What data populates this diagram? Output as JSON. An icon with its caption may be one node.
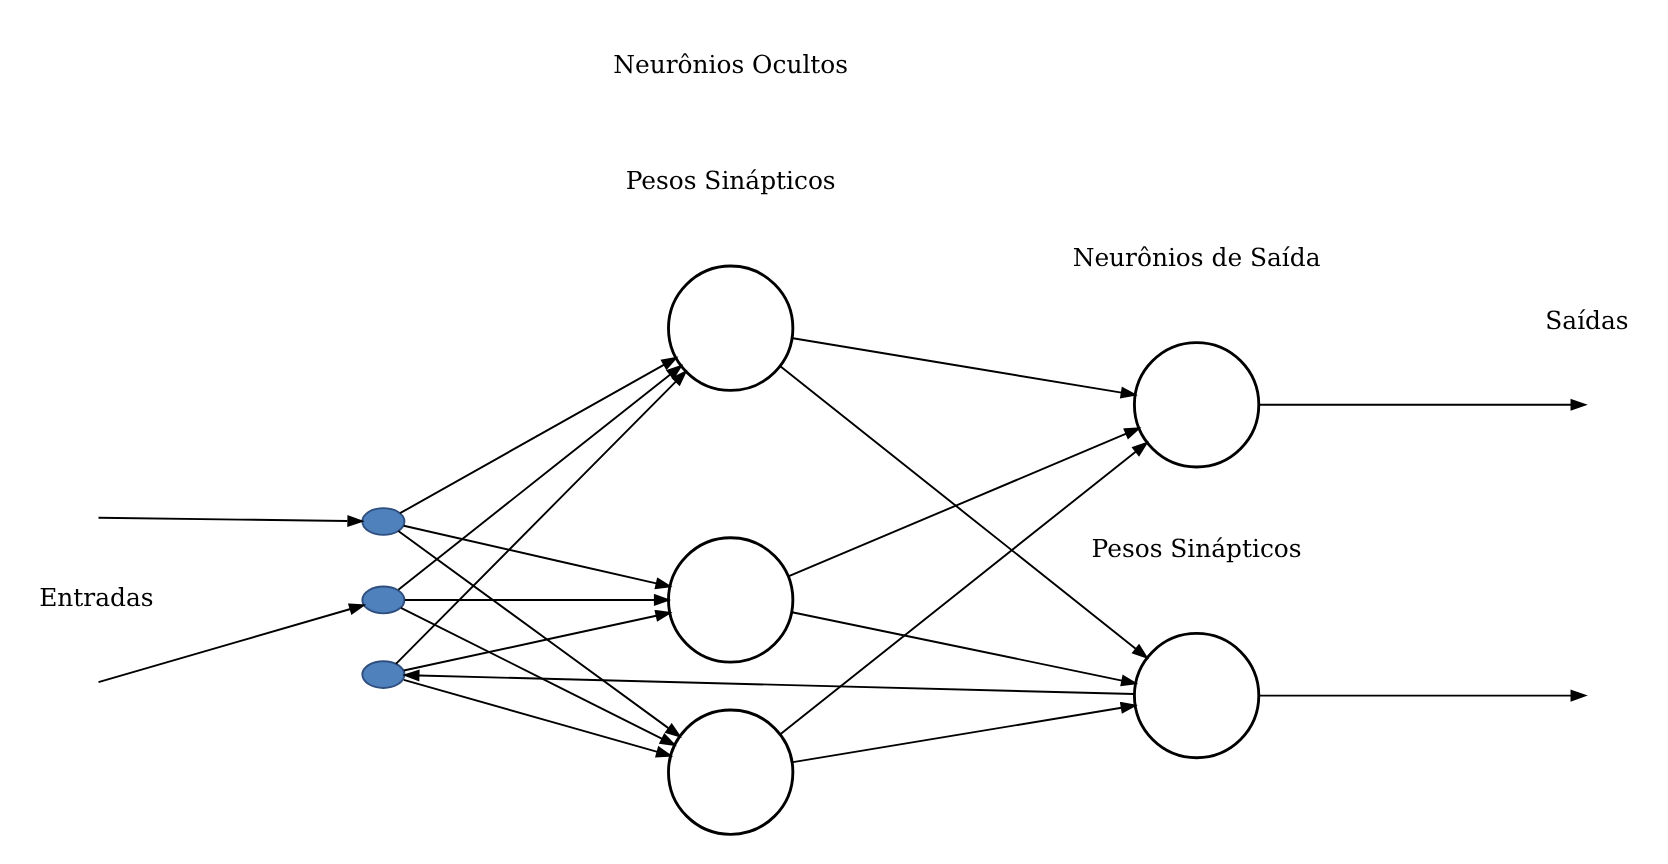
{
  "diagram": {
    "nodes": [
      {
        "text": [],
        "shape": "circle"
      },
      {
        "text": [],
        "shape": "circle"
      },
      {
        "text": [],
        "shape": "circle"
      },
      {
        "text": [],
        "shape": "circle"
      },
      {
        "text": [],
        "shape": "circle"
      },
      {
        "text": [],
        "shape": "circle"
      },
      {
        "text": [],
        "shape": "circle"
      },
      {
        "text": [],
        "shape": "circle"
      }
    ],
    "edges": [
      {
        "from": null,
        "to": 0,
        "arrow": "to"
      },
      {
        "from": null,
        "to": 1,
        "arrow": "to"
      },
      {
        "from": 0,
        "to": 3,
        "arrow": "to"
      },
      {
        "from": 0,
        "to": 4,
        "arrow": "to"
      },
      {
        "from": 0,
        "to": 5,
        "arrow": "to"
      },
      {
        "from": 1,
        "to": 3,
        "arrow": "to"
      },
      {
        "from": 1,
        "to": 4,
        "arrow": "to"
      },
      {
        "from": 1,
        "to": 5,
        "arrow": "to"
      },
      {
        "from": 2,
        "to": 3,
        "arrow": "to"
      },
      {
        "from": 2,
        "to": 4,
        "arrow": "to"
      },
      {
        "from": 2,
        "to": 5,
        "arrow": "to"
      },
      {
        "from": 3,
        "to": 6,
        "arrow": "to"
      },
      {
        "from": 3,
        "to": 7,
        "arrow": "to"
      },
      {
        "from": 4,
        "to": 6,
        "arrow": "to"
      },
      {
        "from": 4,
        "to": 7,
        "arrow": "to"
      },
      {
        "from": 5,
        "to": 6,
        "arrow": "to"
      },
      {
        "from": 5,
        "to": 7,
        "arrow": "to"
      },
      {
        "from": 6,
        "to": null,
        "arrow": "to"
      },
      {
        "from": 7,
        "to": null,
        "arrow": "to"
      },
      {
        "from": 7,
        "to": 2,
        "arrow": "to"
      }
    ],
    "labels": [
      "Pesos Sinápticos",
      "Neurônios de Saída",
      "Entradas",
      "Saídas",
      "Pesos Sinápticos",
      "Neurônios Ocultos"
    ]
  }
}
